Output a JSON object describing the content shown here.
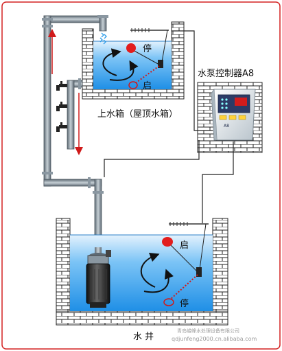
{
  "labels": {
    "upper_tank": "上水箱（屋顶水箱）",
    "controller": "水泵控制器A8",
    "well": "水 井",
    "upper_stop": "停",
    "upper_start": "启",
    "lower_start": "启",
    "lower_stop": "停"
  },
  "watermark": {
    "company": "青岛峻峰水处理设备有限公司",
    "url": "qdjunfeng2000.cn.alibaba.com"
  },
  "colors": {
    "frame": "#d32020",
    "water": "#3fa4ee",
    "water_light": "#cfe8fb",
    "pipe": "#7e8b95",
    "brick": "#222222",
    "float_ball": "#e21d1d",
    "arrow_red": "#d01a1a"
  }
}
